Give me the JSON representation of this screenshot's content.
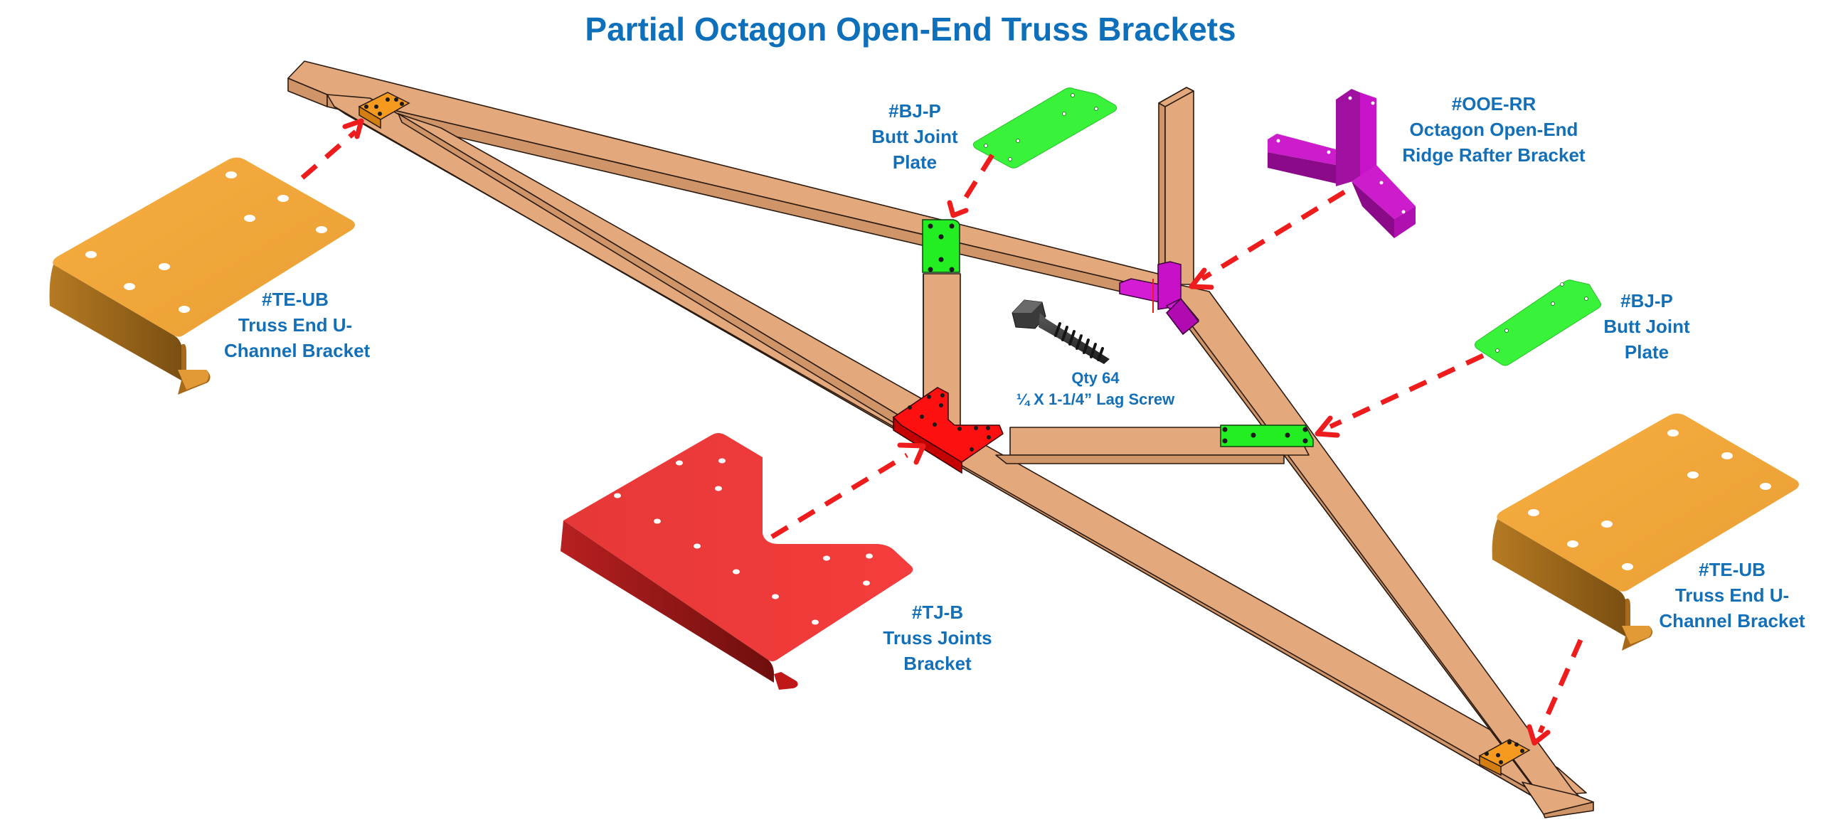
{
  "title": "Partial Octagon Open-End Truss Brackets",
  "colors": {
    "title_text": "#0e6fba",
    "label_text": "#1370b8",
    "wood": "#e3a97d",
    "te_ub_bracket": "#f2a53a",
    "tj_b_bracket": "#f23a3a",
    "bj_p_plate": "#39f23a",
    "ooe_rr_bracket": "#c414c8",
    "lag_screw": "#2f2f2f",
    "arrow": "#ee1c1c"
  },
  "parts": {
    "te_ub_left": {
      "code": "#TE-UB",
      "line1": "Truss End U-",
      "line2": "Channel Bracket"
    },
    "te_ub_right": {
      "code": "#TE-UB",
      "line1": "Truss End U-",
      "line2": "Channel Bracket"
    },
    "bj_p_top": {
      "code": "#BJ-P",
      "line1": "Butt Joint",
      "line2": "Plate"
    },
    "bj_p_right": {
      "code": "#BJ-P",
      "line1": "Butt Joint",
      "line2": "Plate"
    },
    "ooe_rr": {
      "code": "#OOE-RR",
      "line1": "Octagon Open-End",
      "line2": "Ridge Rafter Bracket"
    },
    "tj_b": {
      "code": "#TJ-B",
      "line1": "Truss Joints",
      "line2": "Bracket"
    },
    "lag_screw": {
      "qty": "Qty 64",
      "spec": "¼ X 1-1/4” Lag Screw"
    }
  }
}
